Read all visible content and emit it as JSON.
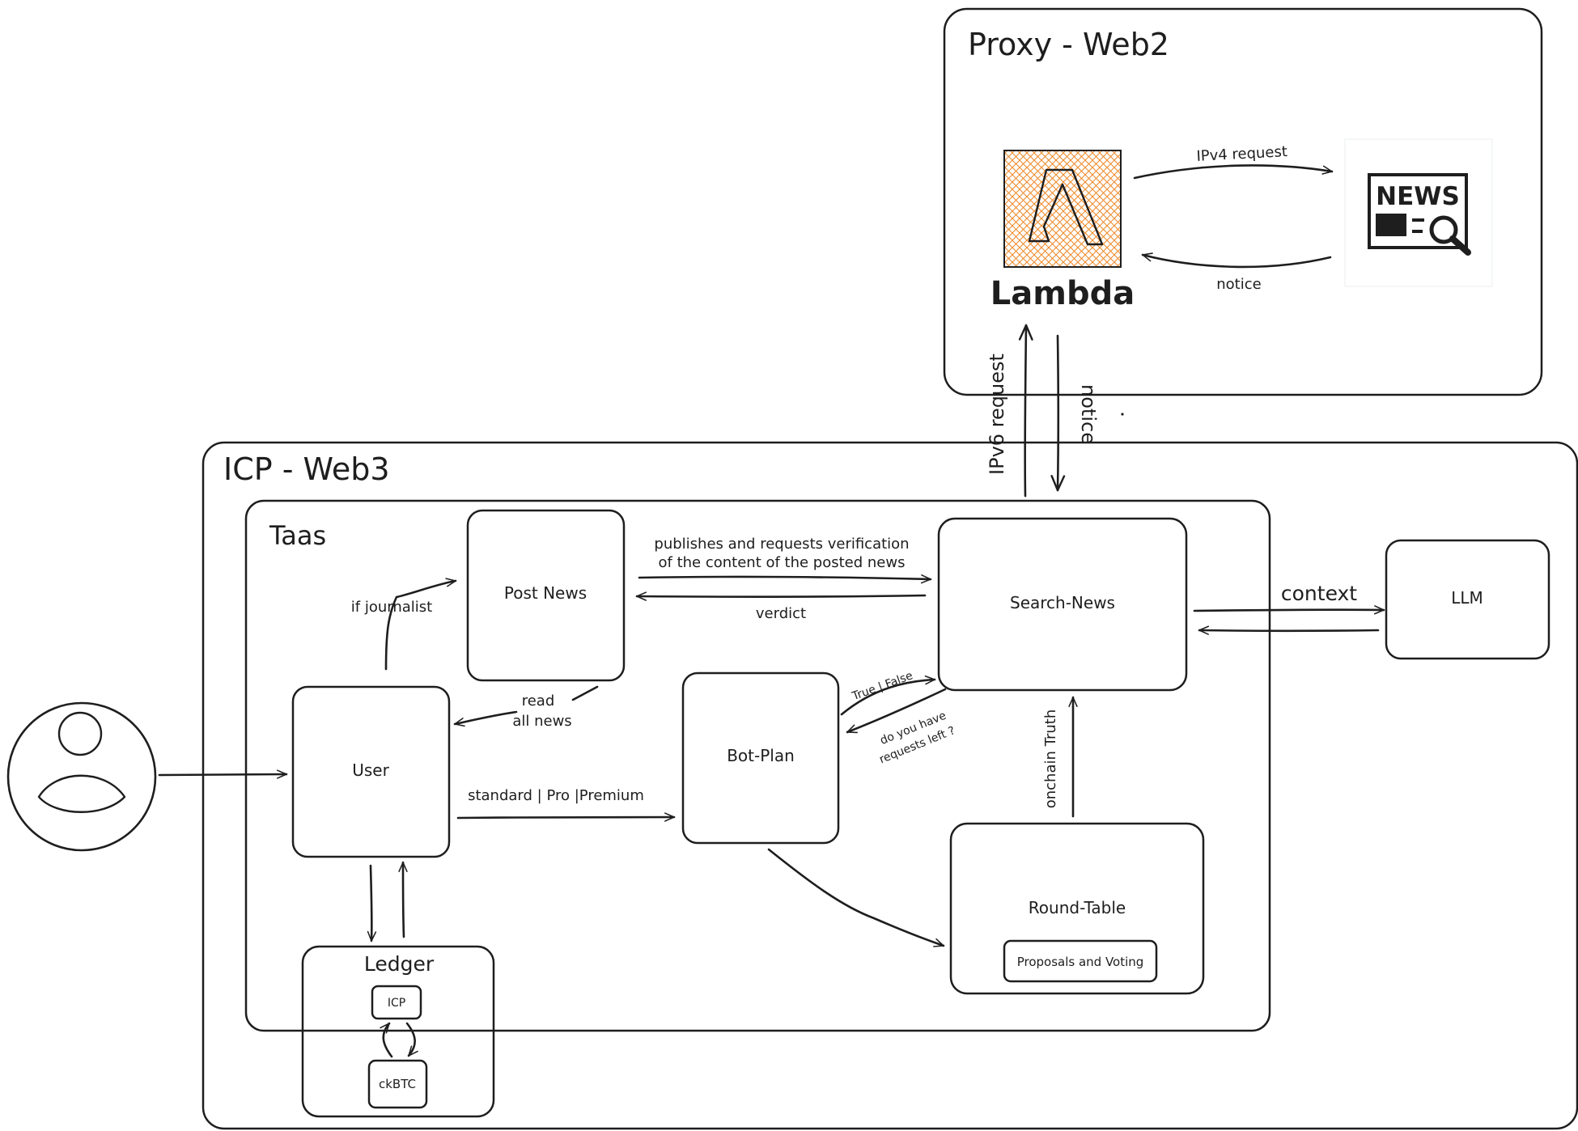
{
  "proxy": {
    "title": "Proxy - Web2",
    "lambda_label": "Lambda",
    "lambda_icon": "lambda-icon",
    "news_icon": "news-search-icon",
    "news_icon_text": "NEWS",
    "lambda_color": "#f08c2e",
    "edge_ipv4": "IPv4 request",
    "edge_notice": "notice"
  },
  "bridge": {
    "ipv6_request": "IPv6 request",
    "notice": "notice"
  },
  "icp": {
    "title": "ICP - Web3",
    "taas_title": "Taas",
    "nodes": {
      "post_news": "Post News",
      "search_news": "Search-News",
      "user": "User",
      "bot_plan": "Bot-Plan",
      "round_table": "Round-Table",
      "proposals": "Proposals and Voting",
      "ledger": "Ledger",
      "icp_token": "ICP",
      "ckbtc": "ckBTC",
      "llm": "LLM"
    },
    "edges": {
      "publishes_1": "publishes and requests verification",
      "publishes_2": "of the content of the posted news",
      "verdict": "verdict",
      "if_journalist": "if journalist",
      "read_1": "read",
      "read_2": "all news",
      "plans": "standard | Pro |Premium",
      "true_false": "True | False",
      "requests_left_1": "do you have",
      "requests_left_2": "requests left ?",
      "onchain_truth": "onchain Truth",
      "context": "context"
    }
  },
  "actor_icon": "user-avatar-icon"
}
